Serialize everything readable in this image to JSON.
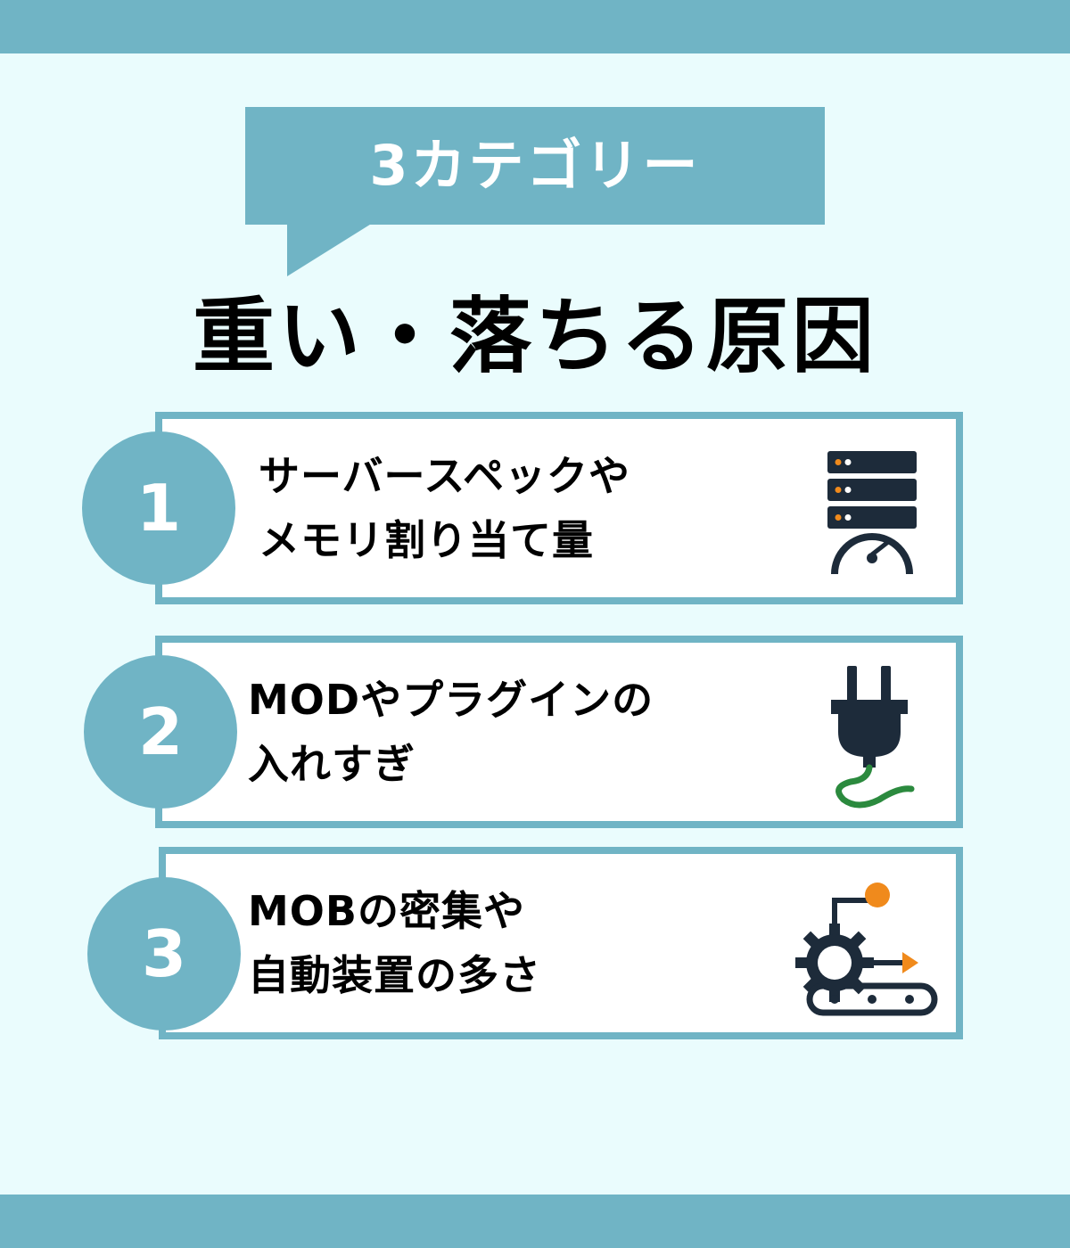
{
  "header": {
    "category_badge": "3カテゴリー",
    "title": "重い・落ちる原因"
  },
  "causes": [
    {
      "number": "1",
      "line1": "サーバースペックや",
      "line2": "メモリ割り当て量",
      "icon": "server-speed-icon"
    },
    {
      "number": "2",
      "line1": "MODやプラグインの",
      "line2": "入れすぎ",
      "icon": "plug-icon"
    },
    {
      "number": "3",
      "line1": "MOBの密集や",
      "line2": "自動装置の多さ",
      "icon": "gear-conveyor-icon"
    }
  ],
  "colors": {
    "accent": "#70b4c5",
    "background": "#eafcfd",
    "icon_dark": "#1d2b3a",
    "icon_orange": "#f08a1c",
    "icon_green": "#2b8a3e"
  }
}
